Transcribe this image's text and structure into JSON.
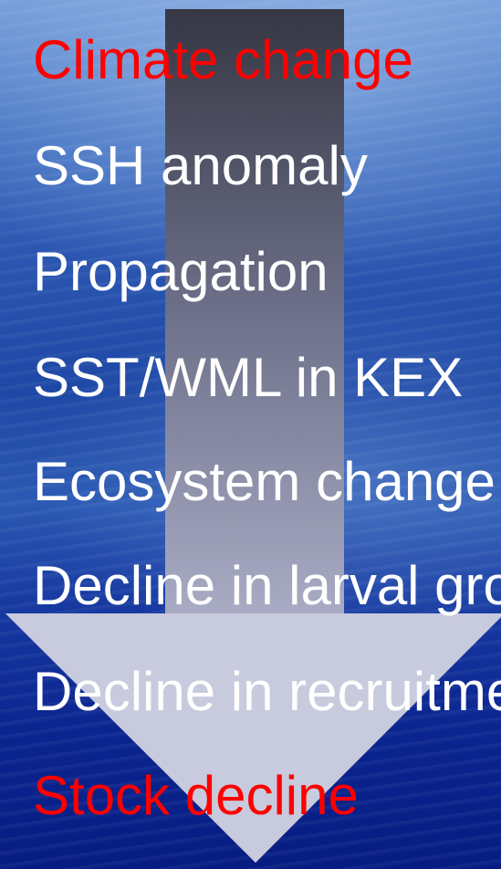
{
  "steps": [
    "Climate change",
    "SSH anomaly",
    "Propagation",
    "SST/WML in KEX",
    "Ecosystem change",
    "Decline in larval growth",
    "Decline in recruitment",
    "Stock decline"
  ],
  "accent_steps": [
    0,
    7
  ],
  "colors": {
    "text": "#ffffff",
    "accent": "#ff0000",
    "arrow_top": "#3a3a48",
    "arrow_bottom": "#c5c8dc"
  }
}
